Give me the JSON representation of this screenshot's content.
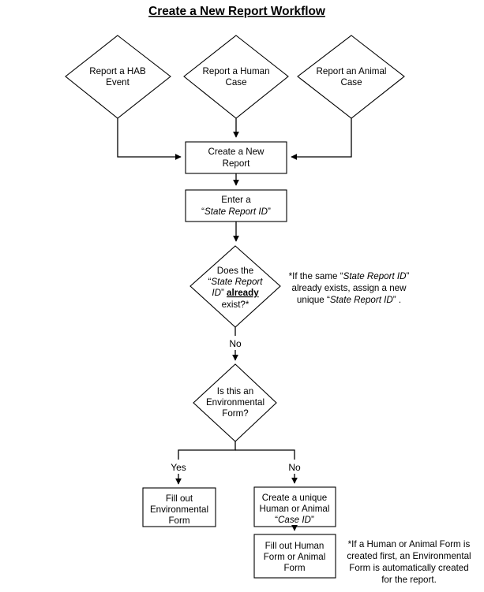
{
  "title": "Create a New Report Workflow",
  "nodes": {
    "hab": {
      "label_line1": "Report a HAB",
      "label_line2": "Event",
      "shape": "diamond"
    },
    "human": {
      "label_line1": "Report a Human",
      "label_line2": "Case",
      "shape": "diamond"
    },
    "animal": {
      "label_line1": "Report an Animal",
      "label_line2": "Case",
      "shape": "diamond"
    },
    "create_report": {
      "label_line1": "Create a New",
      "label_line2": "Report",
      "shape": "process"
    },
    "enter_id": {
      "label_line1": "Enter a",
      "label_line2_quote_open": "“",
      "label_line2_italic": "State Report ID",
      "label_line2_quote_close": "”",
      "shape": "process"
    },
    "id_exists": {
      "line1": "Does the",
      "line2_quote_open": "“",
      "line2_italic": "State Report",
      "line3_italic": "ID",
      "line3_quote_close": "”",
      "line3_bold_underline": "already",
      "line4": "exist?*",
      "shape": "decision"
    },
    "is_env_form": {
      "line1": "Is this an",
      "line2": "Environmental",
      "line3": "Form?",
      "shape": "decision"
    },
    "fill_env": {
      "line1": "Fill out",
      "line2": "Environmental",
      "line3": "Form",
      "shape": "process"
    },
    "create_case_id": {
      "line1": "Create a unique",
      "line2": "Human or Animal",
      "line3_quote_open": "“",
      "line3_italic": "Case ID",
      "line3_quote_close": "”",
      "shape": "process"
    },
    "fill_human_animal": {
      "line1": "Fill out Human",
      "line2": "Form or Animal",
      "line3": "Form",
      "shape": "process"
    }
  },
  "branch_labels": {
    "id_exists_no": "No",
    "env_yes": "Yes",
    "env_no": "No"
  },
  "notes": {
    "state_report_id": {
      "line1_pre": "*If the same ",
      "line1_quote_open": "“",
      "line1_italic": "State Report ID",
      "line1_quote_close": "”",
      "line2": "already exists, assign a new",
      "line3_pre": "unique ",
      "line3_quote_open": "“",
      "line3_italic": "State Report ID",
      "line3_quote_close": "”",
      "line3_post": " ."
    },
    "auto_env_form": {
      "line1": "*If a Human or Animal Form is",
      "line2": "created first, an Environmental",
      "line3": "Form is automatically created",
      "line4": "for the report."
    }
  },
  "colors": {
    "stroke": "#000000",
    "fill": "#ffffff",
    "text": "#000000"
  }
}
